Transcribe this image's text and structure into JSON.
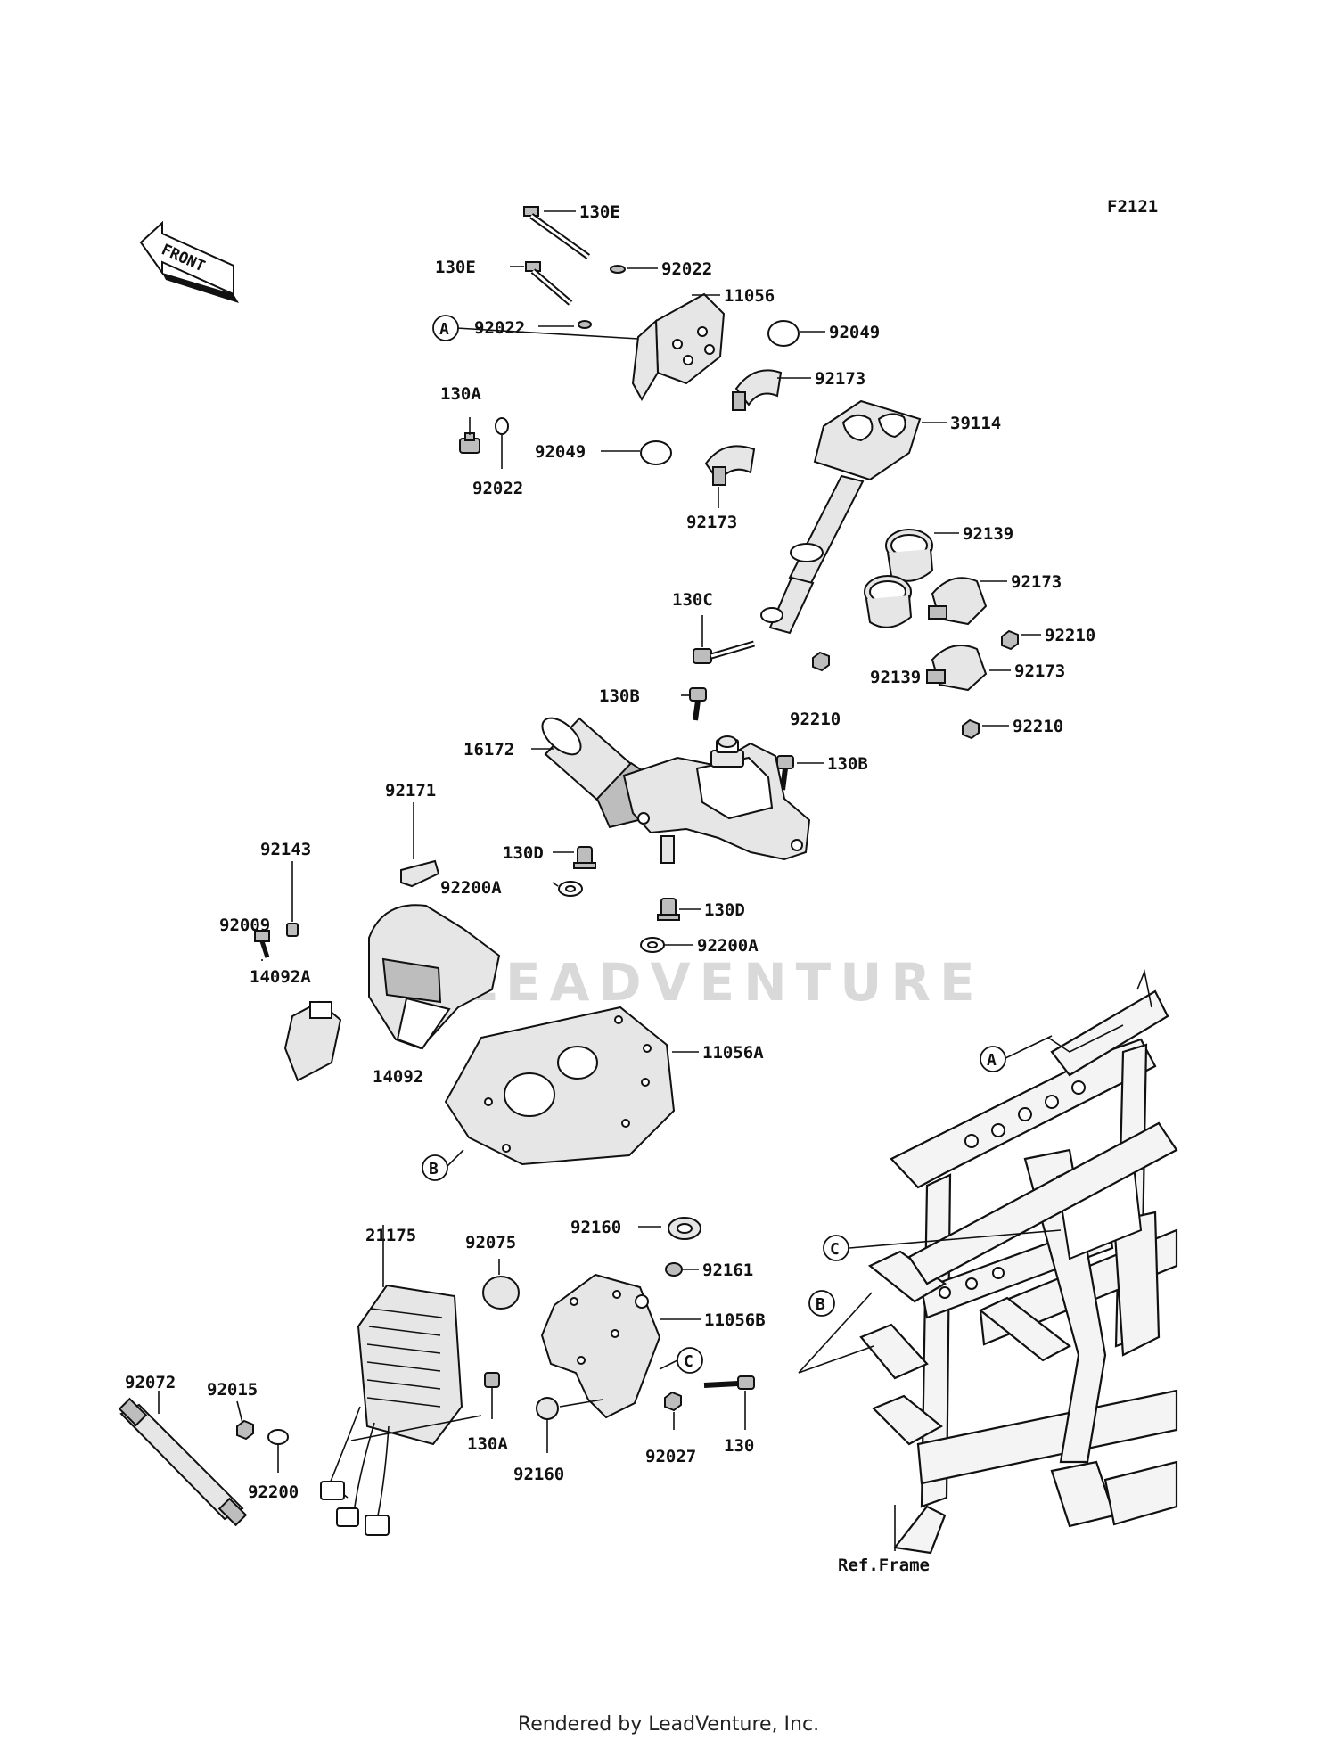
{
  "figure_code": "F2121",
  "direction_arrow": "FRONT",
  "watermark": "LEADVENTURE",
  "footer": "Rendered by LeadVenture, Inc.",
  "frame_reference": "Ref.Frame",
  "callout_letters": [
    "A",
    "B",
    "C"
  ],
  "part_labels": {
    "p130E_top": "130E",
    "p130E_left": "130E",
    "p92022_top": "92022",
    "p92022_mid": "92022",
    "p92022_low": "92022",
    "p11056": "11056",
    "p92049_top": "92049",
    "p92049_left": "92049",
    "p92173_top": "92173",
    "p92173_mid": "92173",
    "p92173_r1": "92173",
    "p92173_r2": "92173",
    "p39114": "39114",
    "p130A_top": "130A",
    "p92139_top": "92139",
    "p92139_bot": "92139",
    "p130C": "130C",
    "p92210_r1": "92210",
    "p92210_mid": "92210",
    "p92210_r2": "92210",
    "p130B_left": "130B",
    "p130B_right": "130B",
    "p16172": "16172",
    "p92171": "92171",
    "p92143": "92143",
    "p130D_left": "130D",
    "p130D_right": "130D",
    "p92200A_left": "92200A",
    "p92200A_right": "92200A",
    "p92009": "92009",
    "p14092A": "14092A",
    "p14092": "14092",
    "p11056A": "11056A",
    "p21175": "21175",
    "p92075": "92075",
    "p92160_top": "92160",
    "p92161": "92161",
    "p11056B": "11056B",
    "p92072": "92072",
    "p92015": "92015",
    "p130A_bot": "130A",
    "p92160_bot": "92160",
    "p92027": "92027",
    "p130": "130",
    "p92200": "92200"
  }
}
